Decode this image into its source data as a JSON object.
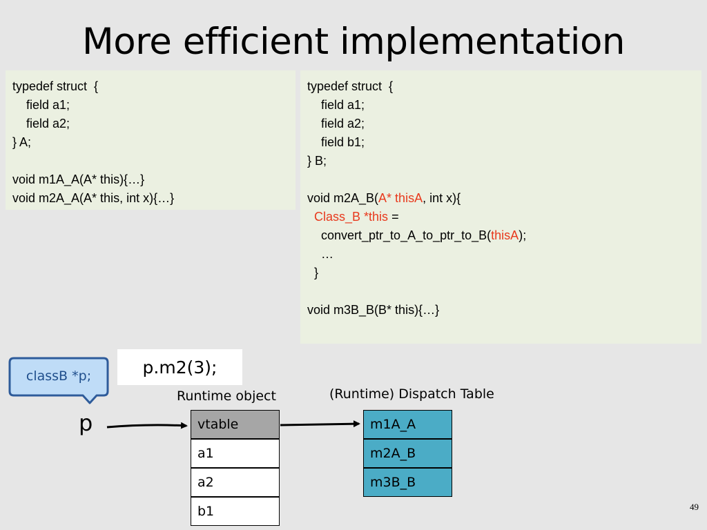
{
  "title": "More efficient implementation",
  "code_a": [
    {
      "segments": [
        {
          "t": "typedef struct  {"
        }
      ]
    },
    {
      "segments": [
        {
          "t": "    field a1;"
        }
      ]
    },
    {
      "segments": [
        {
          "t": "    field a2;"
        }
      ]
    },
    {
      "segments": [
        {
          "t": "} A;"
        }
      ]
    },
    {
      "segments": [
        {
          "t": ""
        }
      ]
    },
    {
      "segments": [
        {
          "t": "void m1A_A(A* this){…}"
        }
      ]
    },
    {
      "segments": [
        {
          "t": "void m2A_A(A* this, int x){…}"
        }
      ]
    }
  ],
  "code_b": [
    {
      "segments": [
        {
          "t": "typedef struct  {"
        }
      ]
    },
    {
      "segments": [
        {
          "t": "    field a1;"
        }
      ]
    },
    {
      "segments": [
        {
          "t": "    field a2;"
        }
      ]
    },
    {
      "segments": [
        {
          "t": "    field b1;"
        }
      ]
    },
    {
      "segments": [
        {
          "t": "} B;"
        }
      ]
    },
    {
      "segments": [
        {
          "t": ""
        }
      ]
    },
    {
      "segments": [
        {
          "t": "void m2A_B("
        },
        {
          "t": "A* thisA",
          "red": true
        },
        {
          "t": ", int x){"
        }
      ]
    },
    {
      "segments": [
        {
          "t": "  "
        },
        {
          "t": "Class_B *this",
          "red": true
        },
        {
          "t": " ="
        }
      ]
    },
    {
      "segments": [
        {
          "t": "    convert_ptr_to_A_to_ptr_to_B("
        },
        {
          "t": "thisA",
          "red": true
        },
        {
          "t": ");"
        }
      ]
    },
    {
      "segments": [
        {
          "t": "    …"
        }
      ]
    },
    {
      "segments": [
        {
          "t": "  }"
        }
      ]
    },
    {
      "segments": [
        {
          "t": ""
        }
      ]
    },
    {
      "segments": [
        {
          "t": "void m3B_B(B* this){…}"
        }
      ]
    }
  ],
  "callout": "classB *p;",
  "call_expr": "p.m2(3);",
  "pointer_label": "p",
  "runtime_object": {
    "heading": "Runtime object",
    "cells": [
      "vtable",
      "a1",
      "a2",
      "b1"
    ]
  },
  "dispatch_table": {
    "heading": "(Runtime) Dispatch Table",
    "cells": [
      "m1A_A",
      "m2A_B",
      "m3B_B"
    ]
  },
  "page_number": "49",
  "colors": {
    "background": "#e6e6e6",
    "code_box": "#ebf0e1",
    "highlight_text": "#e8391d",
    "callout_fill": "#bfdcf7",
    "callout_border": "#2e5b9a",
    "callout_text": "#1f4e8c",
    "vtable_cell": "#a6a6a6",
    "dispatch_cell": "#4bacc6"
  }
}
